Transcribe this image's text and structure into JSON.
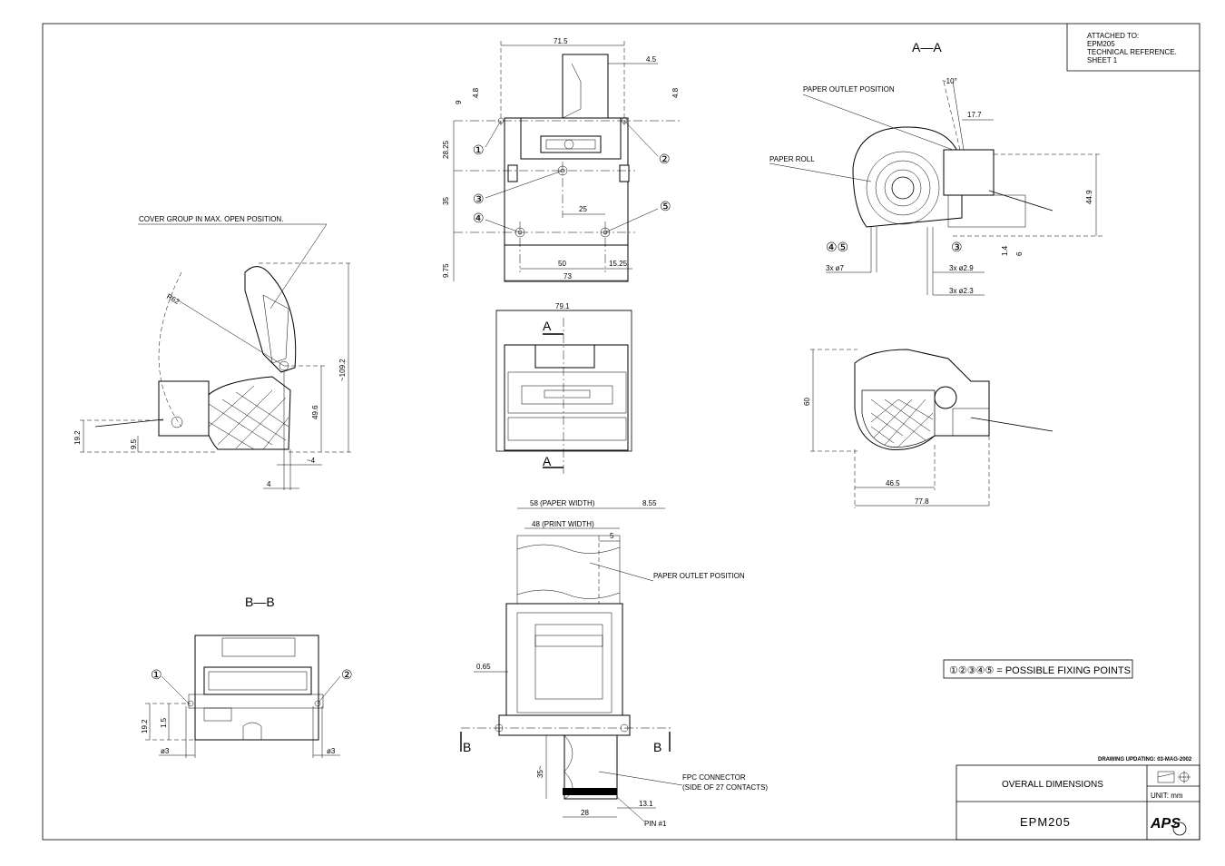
{
  "attached_note": {
    "line1": "ATTACHED TO:",
    "line2": "EPM205",
    "line3": "TECHNICAL REFERENCE.",
    "line4": "SHEET 1"
  },
  "section_labels": {
    "aa": "A—A",
    "bb": "B—B",
    "a_marker": "A",
    "b_marker": "B"
  },
  "labels": {
    "cover_group": "COVER GROUP IN MAX. OPEN POSITION.",
    "paper_outlet_top": "PAPER OUTLET POSITION",
    "paper_roll": "PAPER ROLL",
    "paper_outlet_bottom": "PAPER OUTLET POSITION",
    "fpc_line1": "FPC CONNECTOR",
    "fpc_line2": "(SIDE OF 27 CONTACTS)",
    "pin1": "PIN #1",
    "paper_width": "58 (PAPER WIDTH)",
    "print_width": "48 (PRINT WIDTH)",
    "fixing_points": "①②③④⑤ = POSSIBLE FIXING POINTS",
    "drawing_updating": "DRAWING UPDATING: 03-MAG-2002"
  },
  "markers": {
    "m1": "①",
    "m2": "②",
    "m3": "③",
    "m4": "④",
    "m5": "⑤",
    "m45": "④⑤"
  },
  "dimensions": {
    "top_71_5": "71.5",
    "top_4_5": "4.5",
    "top_9": "9",
    "top_4_8a": "4.8",
    "top_4_8b": "4.8",
    "top_28_25": "28.25",
    "top_35": "35",
    "top_25": "25",
    "top_9_75": "9.75",
    "top_50": "50",
    "top_15_25": "15.25",
    "top_73": "73",
    "mid_79_1": "79.1",
    "aa_10": "~10°",
    "aa_17_7": "17.7",
    "aa_44_9": "44.9",
    "aa_1_4": "1.4",
    "aa_6": "6",
    "aa_3x7": "3x ø7",
    "aa_3x2_9": "3x ø2.9",
    "aa_3x2_3": "3x ø2.3",
    "side_60": "60",
    "side_46_5": "46.5",
    "side_77_8": "77.8",
    "cover_r62": "R62",
    "cover_109_2": "~109.2",
    "cover_49_6": "49.6",
    "cover_19_2": "19.2",
    "cover_9_5": "9.5",
    "cover_4a": "~4",
    "cover_4b": "4",
    "bot_8_55": "8.55",
    "bot_5": "5",
    "bot_0_65": "0.65",
    "bot_35": "35~",
    "bot_13_1": "13.1",
    "bot_28": "28",
    "bb_19_2": "19.2",
    "bb_1_5": "1.5",
    "bb_d3a": "ø3",
    "bb_d3b": "ø3"
  },
  "title_block": {
    "title": "OVERALL DIMENSIONS",
    "part_number": "EPM205",
    "unit": "UNIT: mm",
    "logo": "APS"
  }
}
